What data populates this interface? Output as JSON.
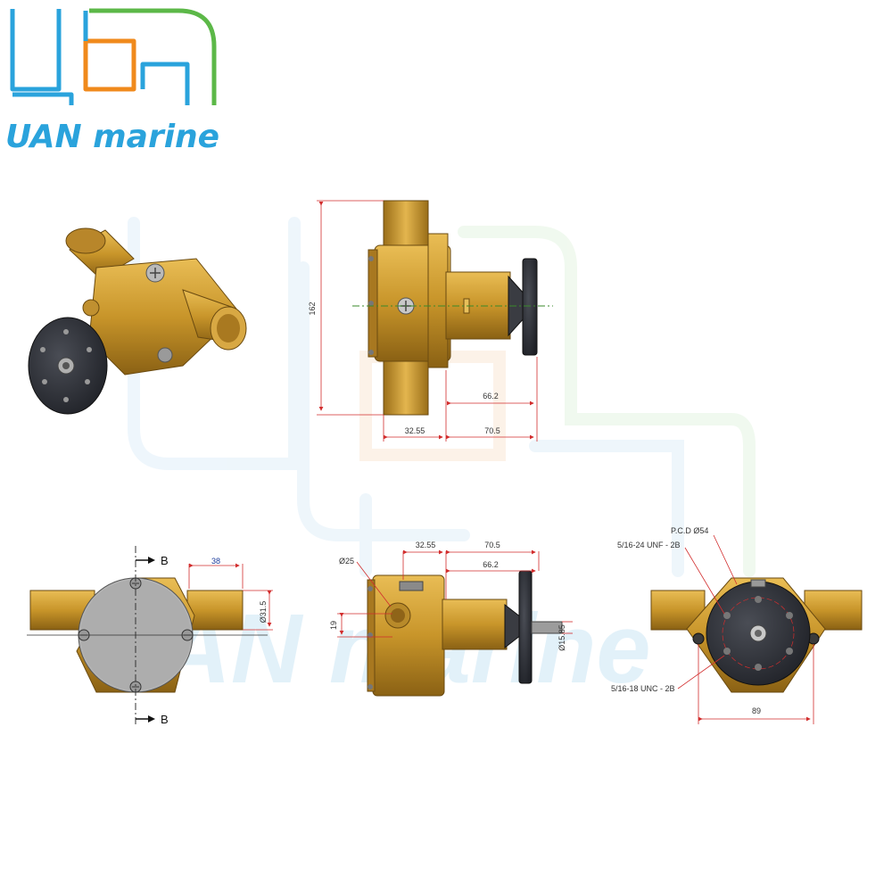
{
  "brand": {
    "name": "UAN marine"
  },
  "colors": {
    "brand_blue": "#2aa3dc",
    "brand_orange": "#f08a1c",
    "brand_green": "#5cb848",
    "bronze": "#c8952a",
    "rubber": "#2b2d33",
    "dimension_red": "#d22d2d"
  },
  "side_view": {
    "height": "162",
    "dim_a": "66.2",
    "dim_b": "32.55",
    "dim_c": "70.5"
  },
  "section_view": {
    "label_top": "B",
    "label_bottom": "B",
    "outlet_length": "38",
    "port_diameter": "Ø31.5"
  },
  "front_view": {
    "inlet_diameter": "Ø25",
    "dim_a": "32.55",
    "dim_b": "70.5",
    "dim_c": "66.2",
    "offset": "19",
    "shaft_diameter": "Ø15.85"
  },
  "flange_view": {
    "pcd": "P.C.D Ø54",
    "thread_top": "5/16-24 UNF - 2B",
    "thread_bottom": "5/16-18 UNC - 2B",
    "width": "89"
  }
}
